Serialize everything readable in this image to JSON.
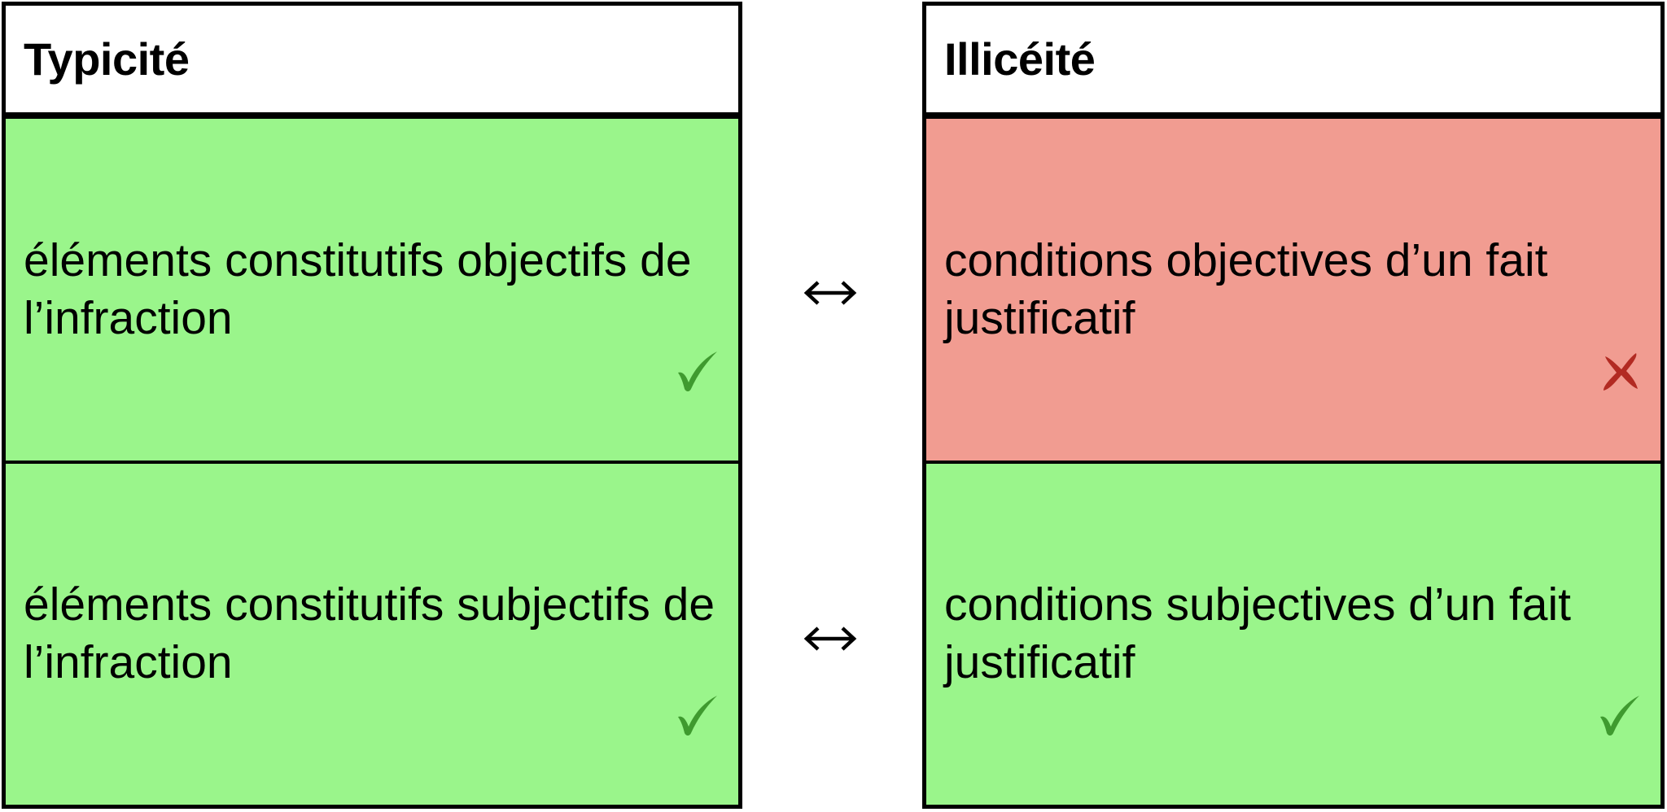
{
  "colors": {
    "ok": "#9af58b",
    "bad": "#f19c91",
    "check": "#3f9a2f",
    "cross": "#b22a22"
  },
  "left": {
    "header": "Typicité",
    "rows": [
      {
        "text": "éléments constitutifs objectifs de l’infraction",
        "status": "check-icon"
      },
      {
        "text": "éléments constitutifs subjectifs de l’infraction",
        "status": "check-icon"
      }
    ]
  },
  "right": {
    "header": "Illicéité",
    "rows": [
      {
        "text": "conditions objectives d’un fait justificatif",
        "status": "cross-icon"
      },
      {
        "text": "conditions subjectives d’un fait justificatif",
        "status": "check-icon"
      }
    ]
  },
  "connectors": [
    "double-arrow-icon",
    "double-arrow-icon"
  ]
}
